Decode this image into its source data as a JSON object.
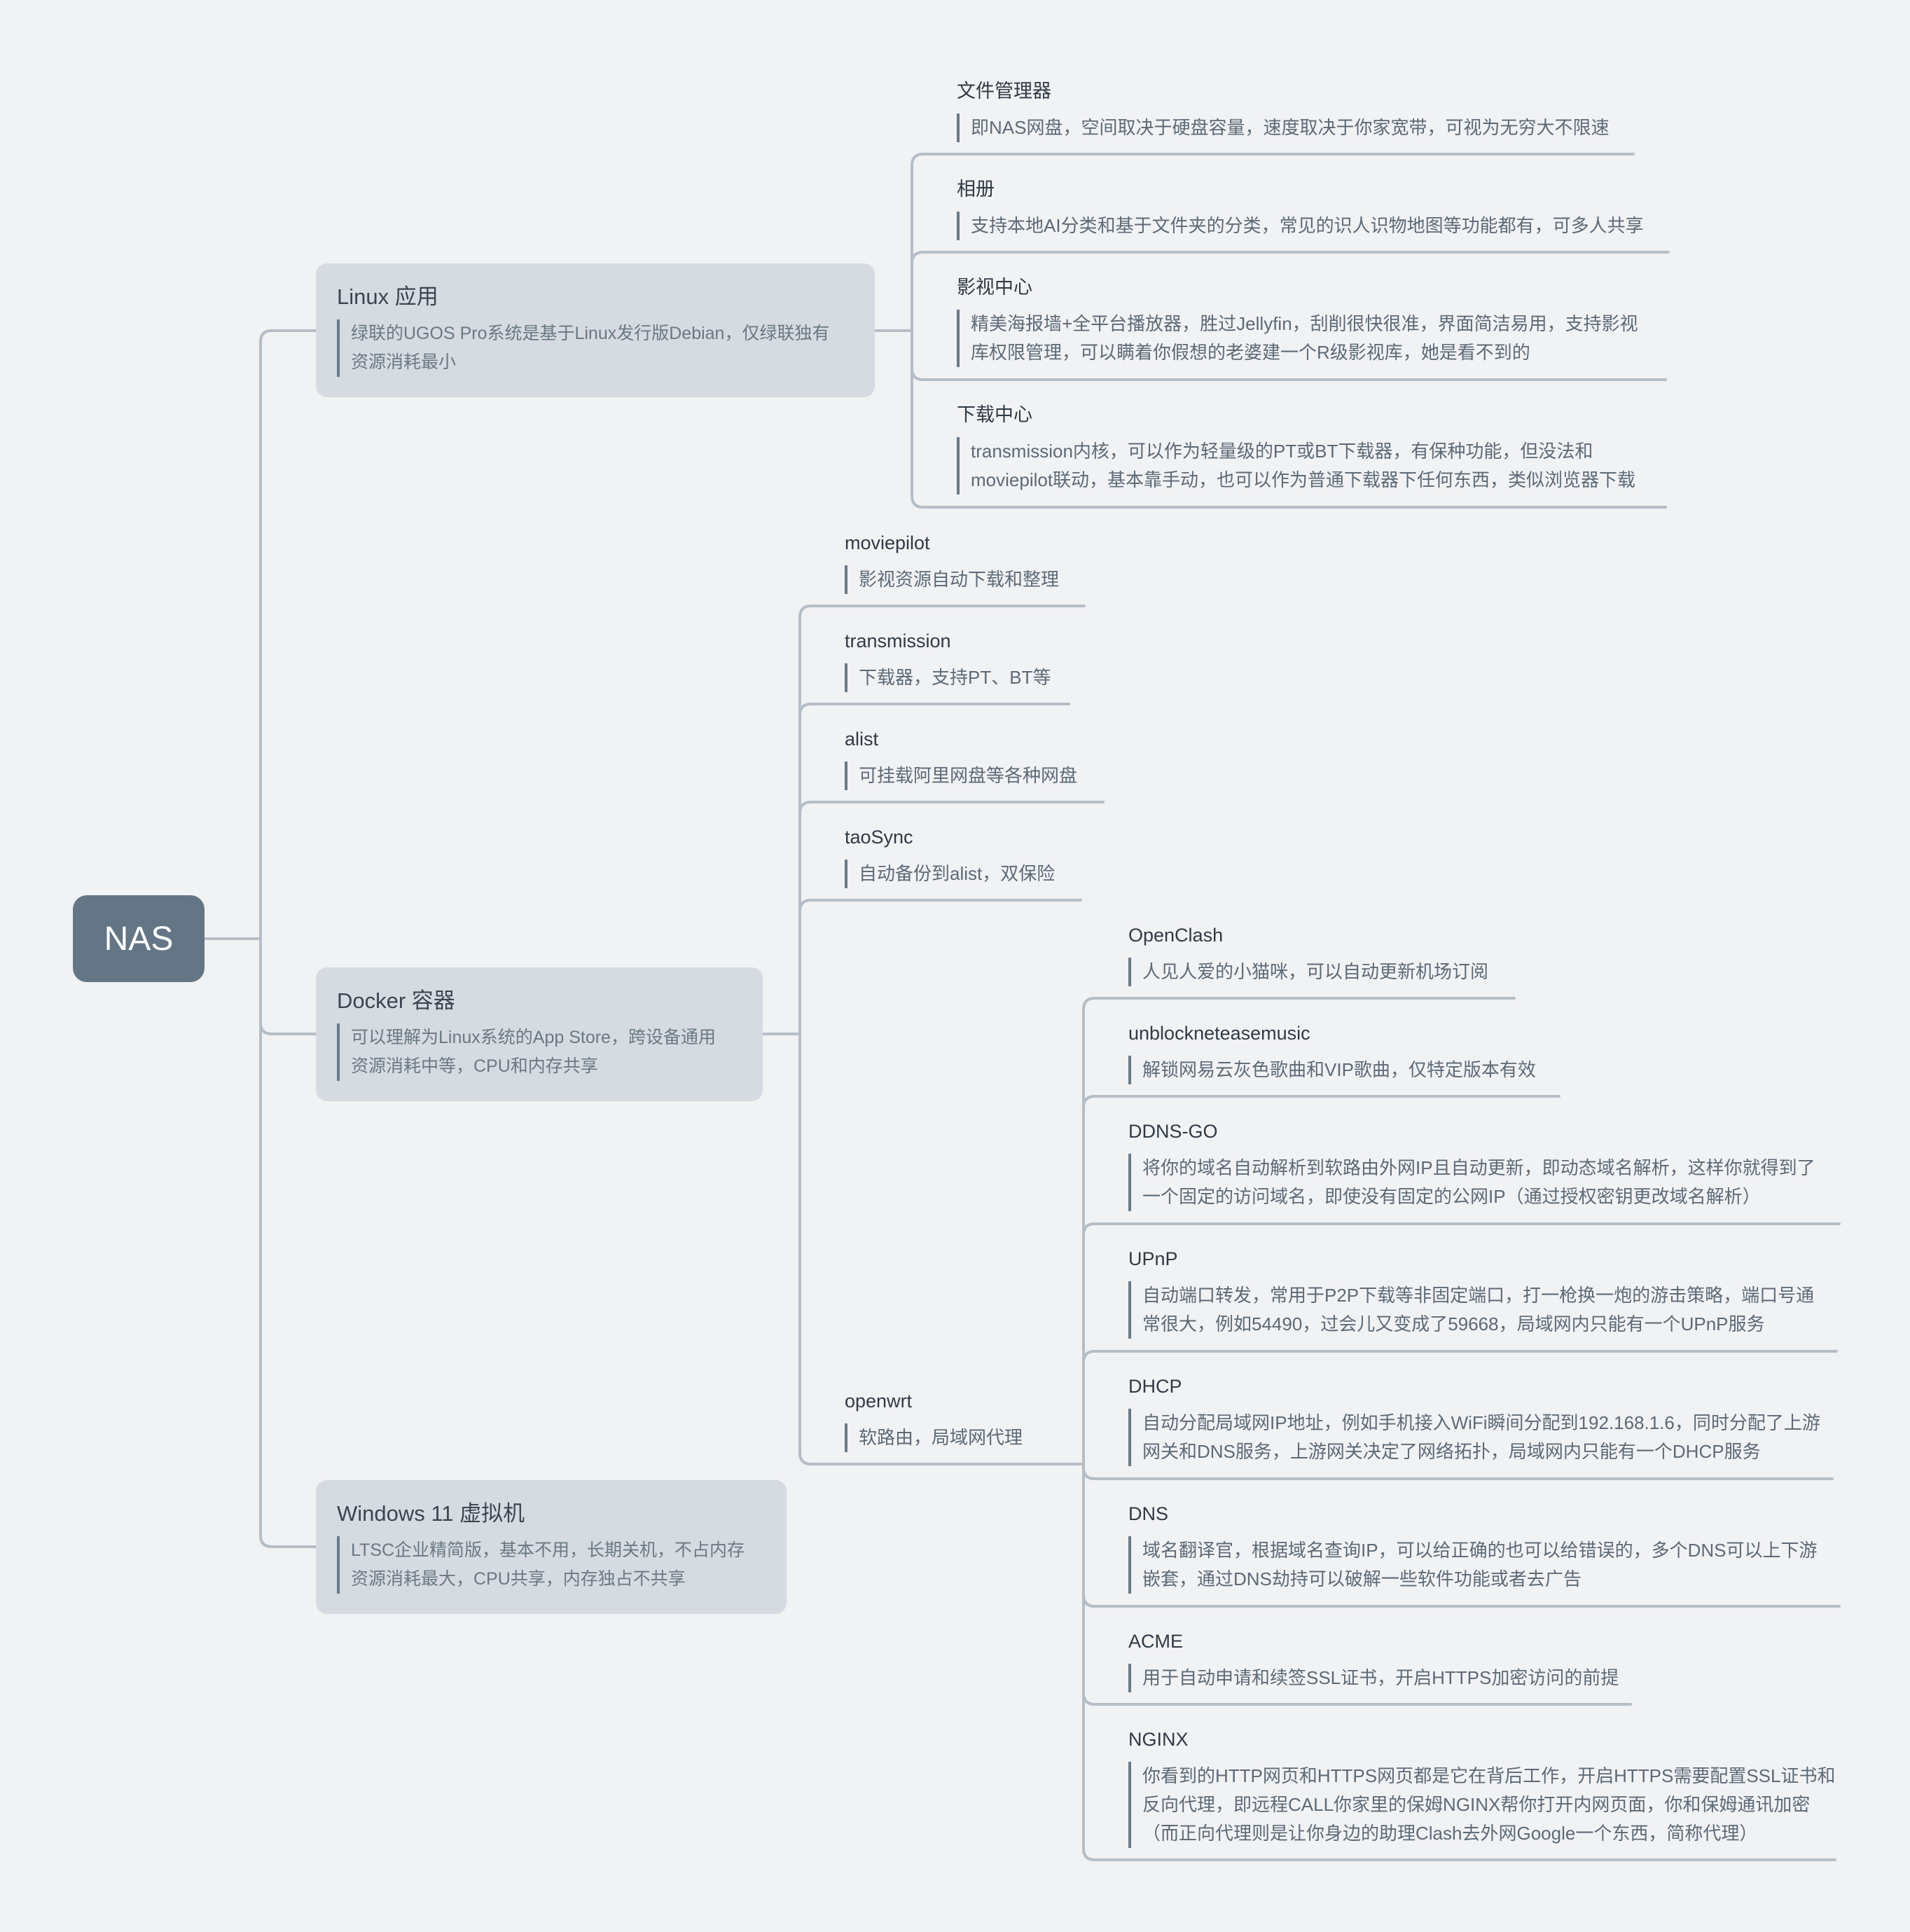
{
  "mindmap": {
    "root": "NAS",
    "colors": {
      "root": "#647685",
      "main_node": "#d5dbe1",
      "line": "#b5bec6",
      "background": "#f1f2f4"
    },
    "branches": [
      {
        "title": "Linux 应用",
        "note": [
          "绿联的UGOS Pro系统是基于Linux发行版Debian，仅绿联独有",
          "资源消耗最小"
        ],
        "children": [
          {
            "title": "文件管理器",
            "note": [
              "即NAS网盘，空间取决于硬盘容量，速度取决于你家宽带，可视为无穷大不限速"
            ]
          },
          {
            "title": "相册",
            "note": [
              "支持本地AI分类和基于文件夹的分类，常见的识人识物地图等功能都有，可多人共享"
            ]
          },
          {
            "title": "影视中心",
            "note": [
              "精美海报墙+全平台播放器，胜过Jellyfin，刮削很快很准，界面简洁易用，支持影视",
              "库权限管理，可以瞒着你假想的老婆建一个R级影视库，她是看不到的"
            ]
          },
          {
            "title": "下载中心",
            "note": [
              "transmission内核，可以作为轻量级的PT或BT下载器，有保种功能，但没法和",
              "moviepilot联动，基本靠手动，也可以作为普通下载器下任何东西，类似浏览器下载"
            ]
          }
        ]
      },
      {
        "title": "Docker 容器",
        "note": [
          "可以理解为Linux系统的App Store，跨设备通用",
          "资源消耗中等，CPU和内存共享"
        ],
        "children": [
          {
            "title": "moviepilot",
            "note": [
              "影视资源自动下载和整理"
            ]
          },
          {
            "title": "transmission",
            "note": [
              "下载器，支持PT、BT等"
            ]
          },
          {
            "title": "alist",
            "note": [
              "可挂载阿里网盘等各种网盘"
            ]
          },
          {
            "title": "taoSync",
            "note": [
              "自动备份到alist，双保险"
            ]
          },
          {
            "title": "openwrt",
            "note": [
              "软路由，局域网代理"
            ],
            "children": [
              {
                "title": "OpenClash",
                "note": [
                  "人见人爱的小猫咪，可以自动更新机场订阅"
                ]
              },
              {
                "title": "unblockneteasemusic",
                "note": [
                  "解锁网易云灰色歌曲和VIP歌曲，仅特定版本有效"
                ]
              },
              {
                "title": "DDNS-GO",
                "note": [
                  "将你的域名自动解析到软路由外网IP且自动更新，即动态域名解析，这样你就得到了",
                  "一个固定的访问域名，即使没有固定的公网IP（通过授权密钥更改域名解析）"
                ]
              },
              {
                "title": "UPnP",
                "note": [
                  "自动端口转发，常用于P2P下载等非固定端口，打一枪换一炮的游击策略，端口号通",
                  "常很大，例如54490，过会儿又变成了59668，局域网内只能有一个UPnP服务"
                ]
              },
              {
                "title": "DHCP",
                "note": [
                  "自动分配局域网IP地址，例如手机接入WiFi瞬间分配到192.168.1.6，同时分配了上游",
                  "网关和DNS服务，上游网关决定了网络拓扑，局域网内只能有一个DHCP服务"
                ]
              },
              {
                "title": "DNS",
                "note": [
                  "域名翻译官，根据域名查询IP，可以给正确的也可以给错误的，多个DNS可以上下游",
                  "嵌套，通过DNS劫持可以破解一些软件功能或者去广告"
                ]
              },
              {
                "title": "ACME",
                "note": [
                  "用于自动申请和续签SSL证书，开启HTTPS加密访问的前提"
                ]
              },
              {
                "title": "NGINX",
                "note": [
                  "你看到的HTTP网页和HTTPS网页都是它在背后工作，开启HTTPS需要配置SSL证书和",
                  "反向代理，即远程CALL你家里的保姆NGINX帮你打开内网页面，你和保姆通讯加密",
                  "（而正向代理则是让你身边的助理Clash去外网Google一个东西，简称代理）"
                ]
              }
            ]
          }
        ]
      },
      {
        "title": "Windows 11 虚拟机",
        "note": [
          "LTSC企业精简版，基本不用，长期关机，不占内存",
          "资源消耗最大，CPU共享，内存独占不共享"
        ],
        "children": []
      }
    ]
  }
}
